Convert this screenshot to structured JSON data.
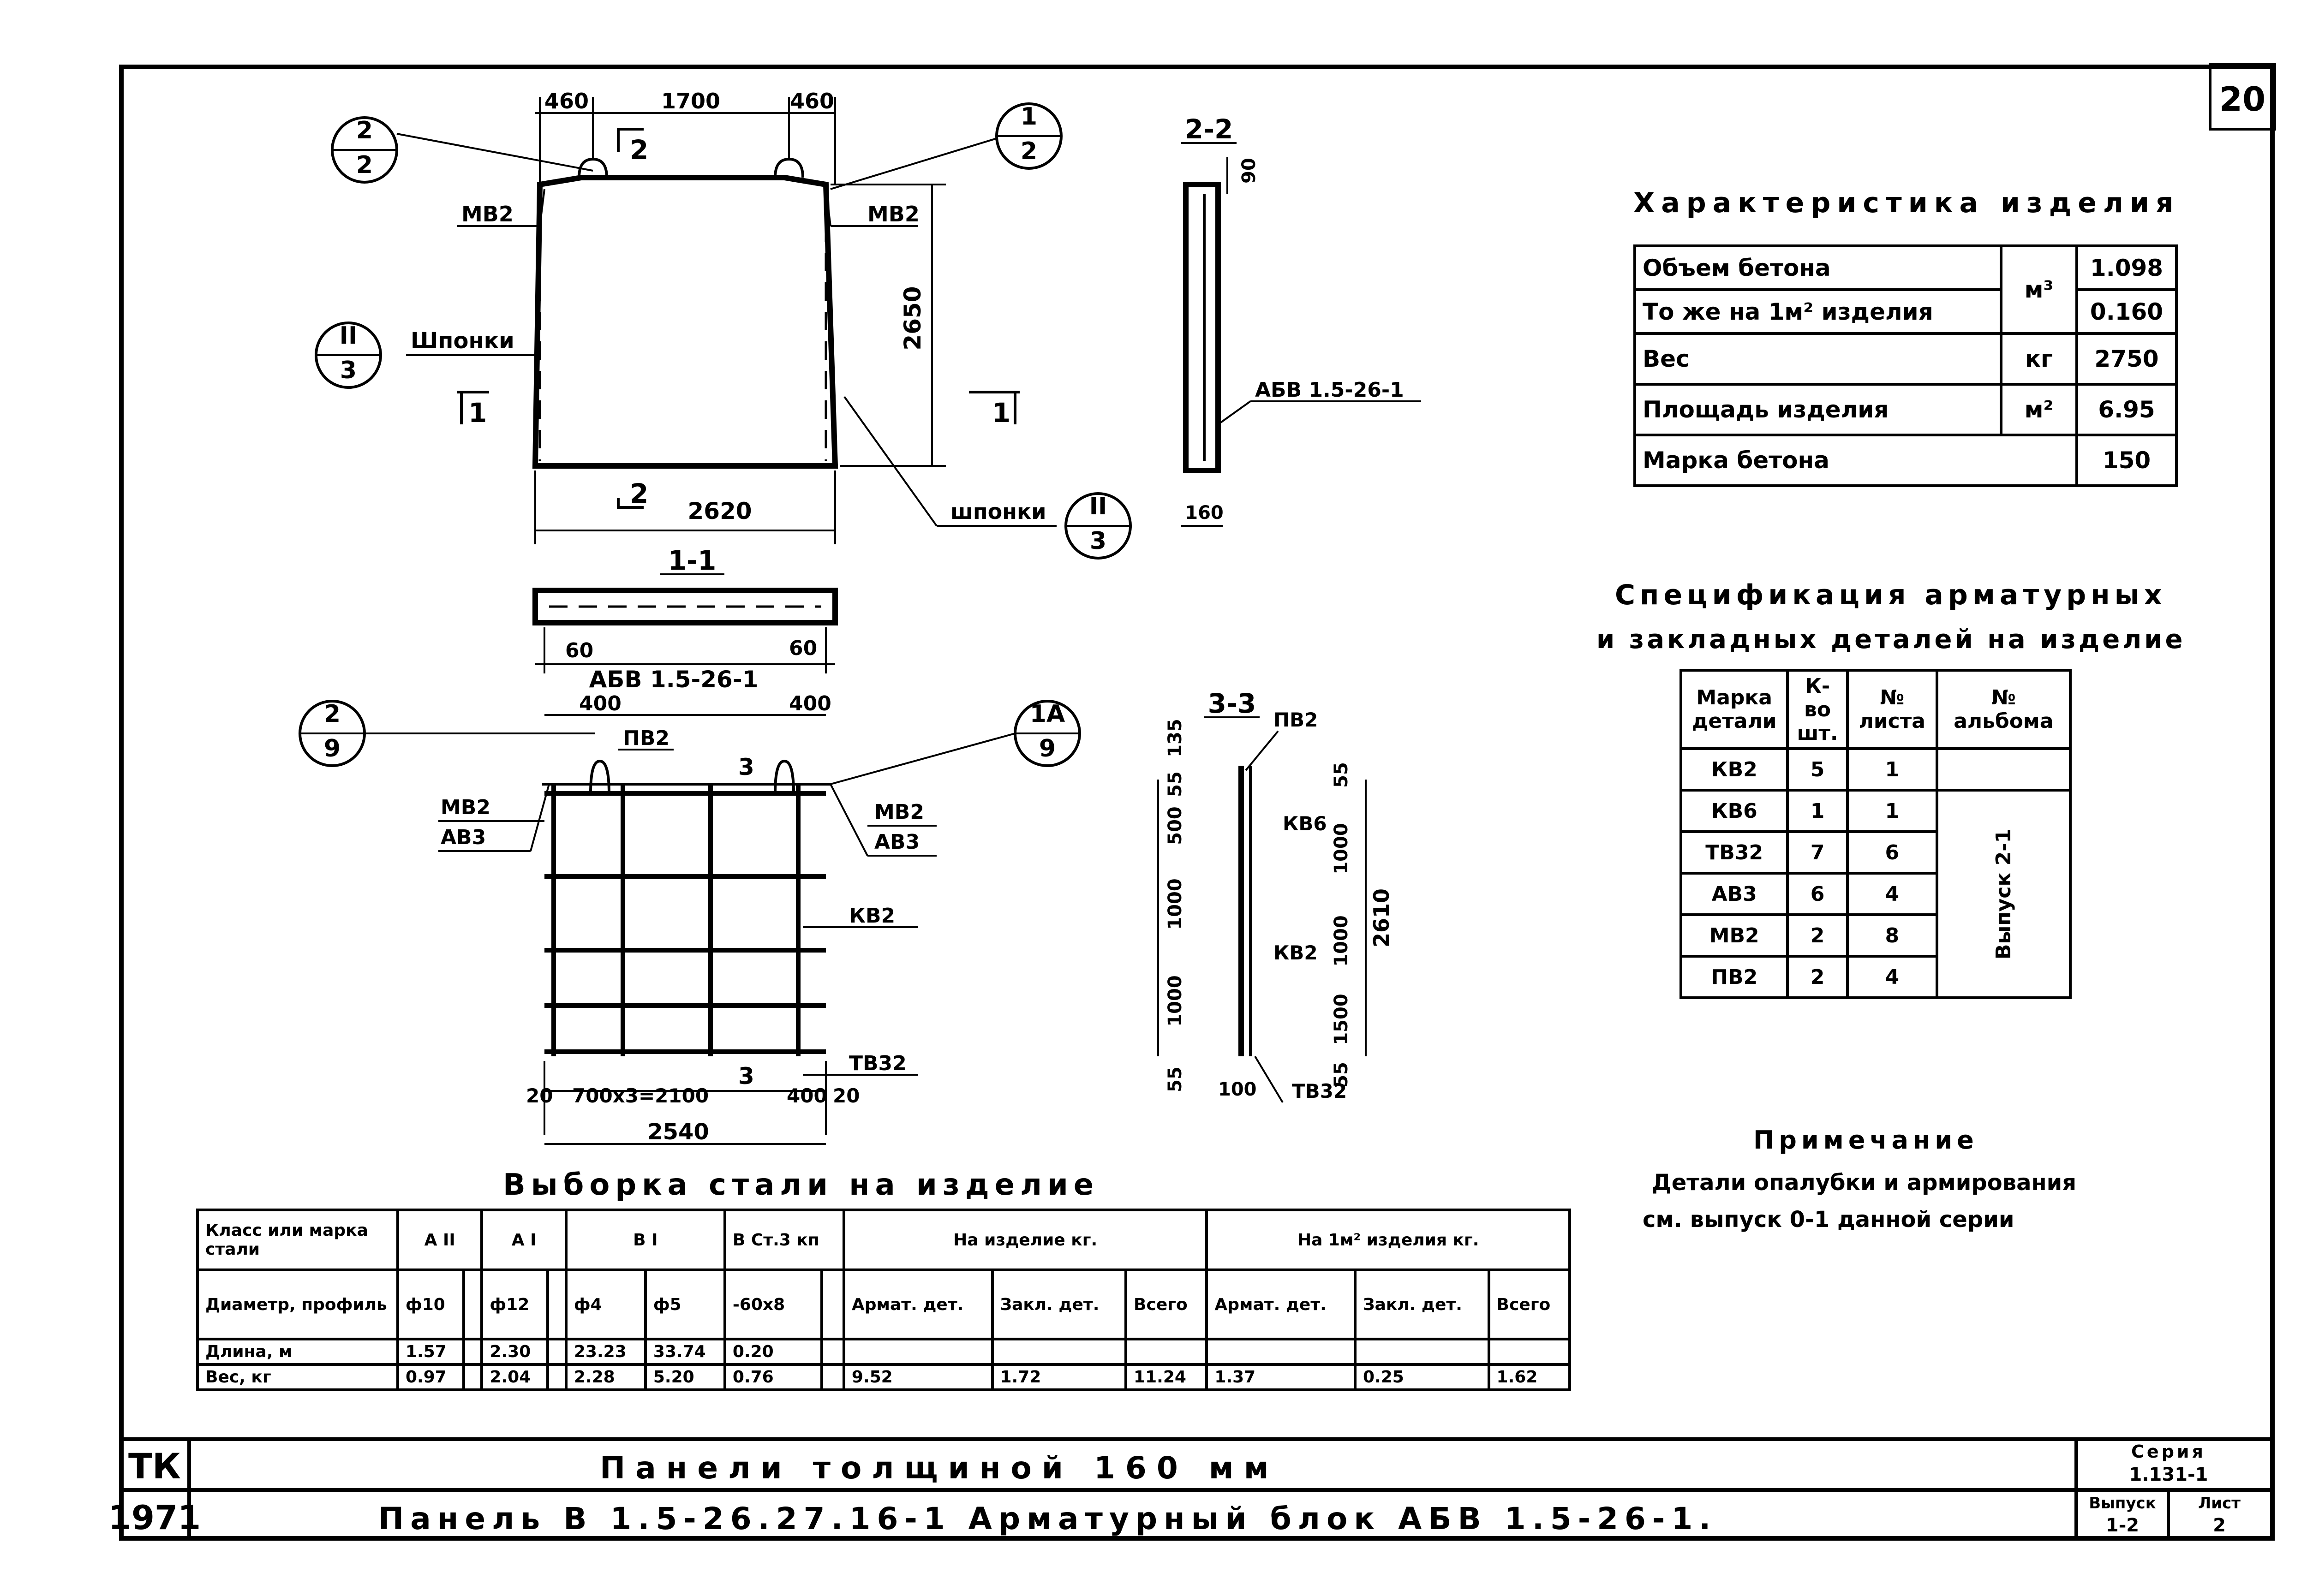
{
  "sheet_number": "20",
  "title_block": {
    "left_top": "ТК",
    "left_bottom": "1971",
    "line1": "Панели толщиной 160 мм",
    "line2": "Панель В 1.5-26.27.16-1   Арматурный блок АБВ 1.5-26-1.",
    "series_label": "Серия",
    "series_value": "1.131-1",
    "issue_label": "Выпуск",
    "issue_value": "1-2",
    "sheet_label": "Лист",
    "sheet_value": "2"
  },
  "characteristics": {
    "title": "Характеристика изделия",
    "rows": [
      {
        "name": "Объем бетона",
        "unit": "м³",
        "value": "1.098"
      },
      {
        "name": "То же на 1м² изделия",
        "unit": "",
        "value": "0.160"
      },
      {
        "name": "Вес",
        "unit": "кг",
        "value": "2750"
      },
      {
        "name": "Площадь изделия",
        "unit": "м²",
        "value": "6.95"
      },
      {
        "name": "Марка бетона",
        "unit": "",
        "value": "150"
      }
    ]
  },
  "specification": {
    "title_line1": "Спецификация арматурных",
    "title_line2": "и закладных деталей на изделие",
    "headers": [
      "Марка детали",
      "К-во шт.",
      "№ листа",
      "№ альбома"
    ],
    "rows": [
      [
        "КВ2",
        "5",
        "1"
      ],
      [
        "КВ6",
        "1",
        "1"
      ],
      [
        "ТВ32",
        "7",
        "6"
      ],
      [
        "АВ3",
        "6",
        "4"
      ],
      [
        "МВ2",
        "2",
        "8"
      ],
      [
        "ПВ2",
        "2",
        "4"
      ]
    ],
    "album_first": "",
    "album_merged": "Выпуск 2-1"
  },
  "note": {
    "title": "Примечание",
    "line1": "Детали опалубки и армирования",
    "line2": "см. выпуск 0-1 данной серии"
  },
  "steel": {
    "title": "Выборка стали на изделие",
    "h_class": "Класс или марка стали",
    "h_diam": "Диаметр, профиль",
    "h_len": "Длина, м",
    "h_wt": "Вес, кг",
    "classes": [
      "А II",
      "А I",
      "В I",
      "В Ст.3 кп"
    ],
    "per_item": "На изделие кг.",
    "per_m2": "На 1м² изделия кг.",
    "profiles": [
      "ф10",
      "",
      "ф12",
      "",
      "ф4",
      "ф5",
      "-60х8",
      ""
    ],
    "sub_cols": [
      "Армат. дет.",
      "Закл. дет.",
      "Всего",
      "Армат. дет.",
      "Закл. дет.",
      "Всего"
    ],
    "lengths": [
      "1.57",
      "",
      "2.30",
      "",
      "23.23",
      "33.74",
      "0.20",
      "",
      "",
      "",
      "",
      "",
      "",
      ""
    ],
    "weights": [
      "0.97",
      "",
      "2.04",
      "",
      "2.28",
      "5.20",
      "0.76",
      "",
      "9.52",
      "1.72",
      "11.24",
      "1.37",
      "0.25",
      "1.62"
    ]
  },
  "drawing": {
    "top_dims": [
      "460",
      "1700",
      "460"
    ],
    "height_dim": "2650",
    "width_dim": "2620",
    "mb2": "МВ2",
    "shponki": "Шпонки",
    "shponki2": "шпонки",
    "section_1": "1",
    "section_2": "2",
    "callout_2_2_top": "2",
    "callout_2_2_bot": "2",
    "callout_1_2_top": "1",
    "callout_1_2_bot": "2",
    "callout_ii3_top": "II",
    "callout_ii3_bot": "3",
    "sec11_title": "1-1",
    "sec11_dim_l": "60",
    "sec11_dim_r": "60",
    "sec22_title": "2-2",
    "sec22_dim_top": "90",
    "sec22_dim_w": "160",
    "sec22_label": "АБВ 1.5-26-1",
    "block_title": "АБВ 1.5-26-1",
    "block_dim_l": "400",
    "block_dim_r": "400",
    "callout_29_top": "2",
    "callout_29_bot": "9",
    "callout_1a9_top": "1А",
    "callout_1a9_bot": "9",
    "pb2": "ПВ2",
    "ab3": "АВ3",
    "kb2": "КВ2",
    "tb32": "ТВ32",
    "sec3": "3",
    "dim_20": "20",
    "dim_700": "700х3=2100",
    "dim_400": "400",
    "dim_2540": "2540",
    "sec33_title": "3-3",
    "sec33_pb2": "ПВ2",
    "sec33_kb6": "КВ6",
    "sec33_kb2": "КВ2",
    "sec33_tb32": "ТВ32",
    "sec33_dims_left": [
      "135",
      "55",
      "500",
      "1000",
      "1000",
      "55"
    ],
    "sec33_dims_right": [
      "55",
      "1000",
      "1000",
      "1500",
      "55"
    ],
    "sec33_total": "2610",
    "sec33_dim_100": "100"
  }
}
